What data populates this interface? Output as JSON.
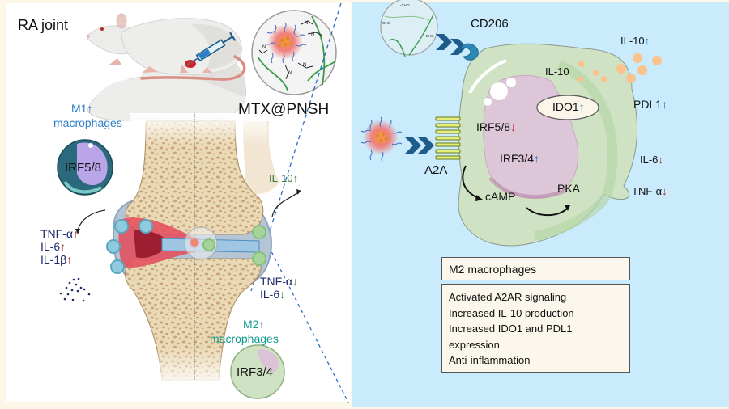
{
  "left_panel": {
    "title": "RA joint",
    "nanoparticle_label": "MTX@PNSH",
    "m1": {
      "label_line1": "M1",
      "label_line2": "macrophages",
      "arrow": "↑",
      "cell_label": "IRF5/8"
    },
    "inflammatory_cytokines": [
      {
        "name": "TNF-α",
        "arrow": "↑"
      },
      {
        "name": "IL-6",
        "arrow": "↑"
      },
      {
        "name": "IL-1β",
        "arrow": "↑"
      }
    ],
    "il10": {
      "name": "IL-10",
      "arrow": "↑"
    },
    "reduced_cytokines": [
      {
        "name": "TNF-α",
        "arrow": "↓"
      },
      {
        "name": "IL-6",
        "arrow": "↓"
      }
    ],
    "m2": {
      "label_line1": "M2",
      "label_line2": "macrophages",
      "arrow": "↑",
      "cell_label": "IRF3/4"
    }
  },
  "right_panel": {
    "receptor_cd206": "CD206",
    "receptor_a2a": "A2A",
    "il10_inside": "IL-10",
    "il10_outside": {
      "name": "IL-10",
      "arrow": "↑"
    },
    "ido1": {
      "name": "IDO1",
      "arrow": "↑"
    },
    "pdl1": {
      "name": "PDL1",
      "arrow": "↑"
    },
    "irf58": {
      "name": "IRF5/8",
      "arrow": "↓"
    },
    "irf34": {
      "name": "IRF3/4",
      "arrow": "↑"
    },
    "camp": "cAMP",
    "pka": "PKA",
    "il6": {
      "name": "IL-6",
      "arrow": "↓"
    },
    "tnfa": {
      "name": "TNF-α",
      "arrow": "↓"
    },
    "summary_title": "M2 macrophages",
    "summary_items": [
      "Activated A2AR signaling",
      "Increased IL-10 production",
      "Increased IDO1 and PDL1",
      "expression",
      "Anti-inflammation"
    ]
  },
  "colors": {
    "left_bg": "#ffffff",
    "frame": "#fdf7ea",
    "right_bg": "#c9ebfb",
    "cell_body": "#cfe3c4",
    "nucleus": "#dcc6d8",
    "bone": "#e8d7b4",
    "bone_spots": "#c9a57a",
    "m1_cell": "#2b6a7d",
    "m2_cell": "#cfe3c4",
    "blue_label": "#2a7fc9",
    "up_arrow_blue": "#1a6fc0",
    "down_arrow_red": "#c0242b",
    "green_label": "#2f7a3a",
    "teal_label": "#139a8e",
    "navy_label": "#1e2a6b",
    "chevron": "#1f5c8c"
  }
}
